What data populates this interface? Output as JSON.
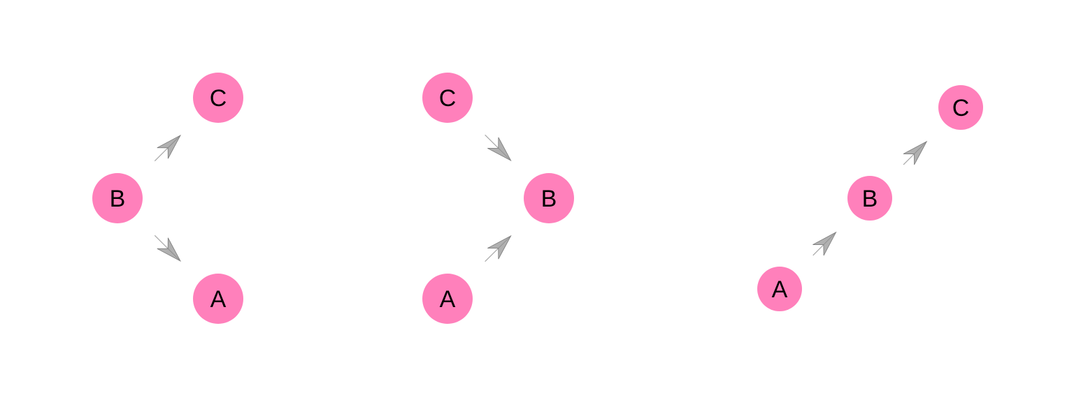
{
  "node_color": "#ff80bb",
  "edge_color": "#b0b0b0",
  "graphs": [
    {
      "nodes": [
        "A",
        "B",
        "C"
      ],
      "edges": [
        {
          "from": "B",
          "to": "C"
        },
        {
          "from": "B",
          "to": "A"
        }
      ]
    },
    {
      "nodes": [
        "A",
        "B",
        "C"
      ],
      "edges": [
        {
          "from": "C",
          "to": "B"
        },
        {
          "from": "A",
          "to": "B"
        }
      ]
    },
    {
      "nodes": [
        "A",
        "B",
        "C"
      ],
      "edges": [
        {
          "from": "A",
          "to": "B"
        },
        {
          "from": "B",
          "to": "C"
        }
      ]
    }
  ]
}
